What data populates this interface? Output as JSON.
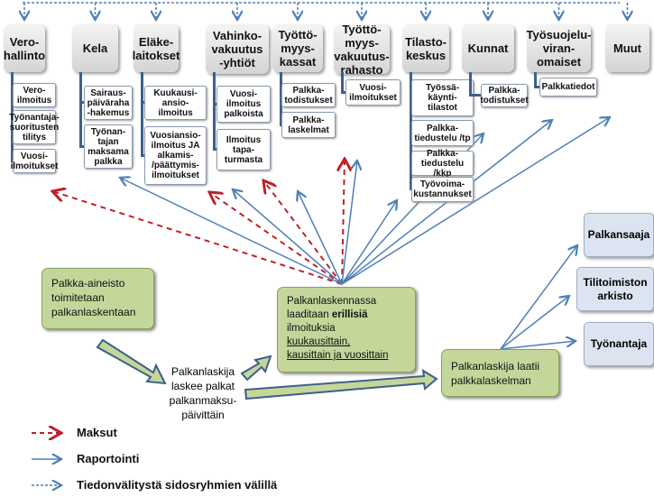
{
  "stakeholders": [
    {
      "label": "Vero-\nhallinto",
      "items": [
        "Vero-\nilmoitus",
        "Työnantaja-\nsuoritusten\ntilitys",
        "Vuosi-\nilmoitukset"
      ]
    },
    {
      "label": "Kela",
      "items": [
        "Sairaus-\npäiväraha\n-hakemus",
        "Työnan-\ntajan\nmaksama\npalkka"
      ]
    },
    {
      "label": "Eläke-\nlaitokset",
      "items": [
        "Kuukausi-\nansio-\nilmoitus",
        "Vuosiansio-\nilmoitus JA\nalkamis-\n/päättymis-\nilmoitukset"
      ]
    },
    {
      "label": "Vahinko-\nvakuutus\n-yhtiöt",
      "items": [
        "Vuosi-\nilmoitus\npalkoista",
        "Ilmoitus\ntapa-\nturmasta"
      ]
    },
    {
      "label": "Työttö-\nmyys-\nkassat",
      "items": [
        "Palkka-\ntodistukset",
        "Palkka-\nlaskelmat"
      ]
    },
    {
      "label": "Työttö-\nmyys-\nvakuutus-\nrahasto",
      "items": [
        "Vuosi-\nilmoitukset"
      ]
    },
    {
      "label": "Tilasto-\nkeskus",
      "items": [
        "Työssä-\nkäynti-\ntilastot",
        "Palkka-\ntiedustelu /tp",
        "Palkka-\ntiedustelu /kkp",
        "Työvoima-\nkustannukset"
      ]
    },
    {
      "label": "Kunnat",
      "items": [
        "Palkka-\ntodistukset"
      ]
    },
    {
      "label": "Työsuojelu-\nviran-\nomaiset",
      "items": [
        "Palkkatiedot"
      ]
    },
    {
      "label": "Muut",
      "items": []
    }
  ],
  "process": {
    "material": "Palkka-aineisto\ntoimitetaan\npalkanlaskentaan",
    "calc": "Palkanlaskija\nlaskee palkat\npalkanmaksu-\npäivittäin",
    "reports_1": "Palkanlaskennassa\nlaaditaan ",
    "reports_bold": "erillisiä",
    "reports_2": "\nilmoituksia\n",
    "reports_u": "kuukausittain,\nkausittain ja vuosittain",
    "payslip": "Palkanlaskija  laatii\npalkkalaskelman"
  },
  "recipients": [
    "Palkansaaja",
    "Tilitoimiston\narkisto",
    "Työnantaja"
  ],
  "legend": {
    "payments": "Maksut",
    "reporting": "Raportointi",
    "info": "Tiedonvälitystä sidosryhmien välillä"
  },
  "colors": {
    "payments": "#c0202a",
    "reporting": "#4f7fb5",
    "info": "#4f7fb5",
    "process": "#c4d79b",
    "recipient": "#dbe4f0"
  }
}
